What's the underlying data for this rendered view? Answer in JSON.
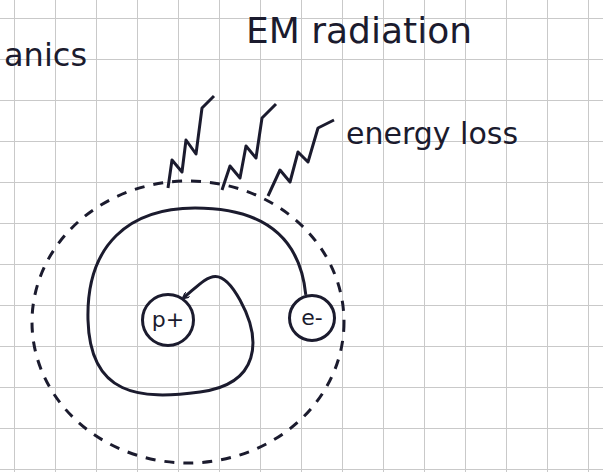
{
  "diagram": {
    "nodes": [
      {
        "text": [
          "p+"
        ]
      },
      {
        "text": [
          "e-"
        ]
      }
    ],
    "edges": [
      {
        "from": 1,
        "to": 0,
        "arrow": "to"
      }
    ],
    "labels": [
      "anics",
      "EM radiation",
      "energy loss"
    ]
  }
}
